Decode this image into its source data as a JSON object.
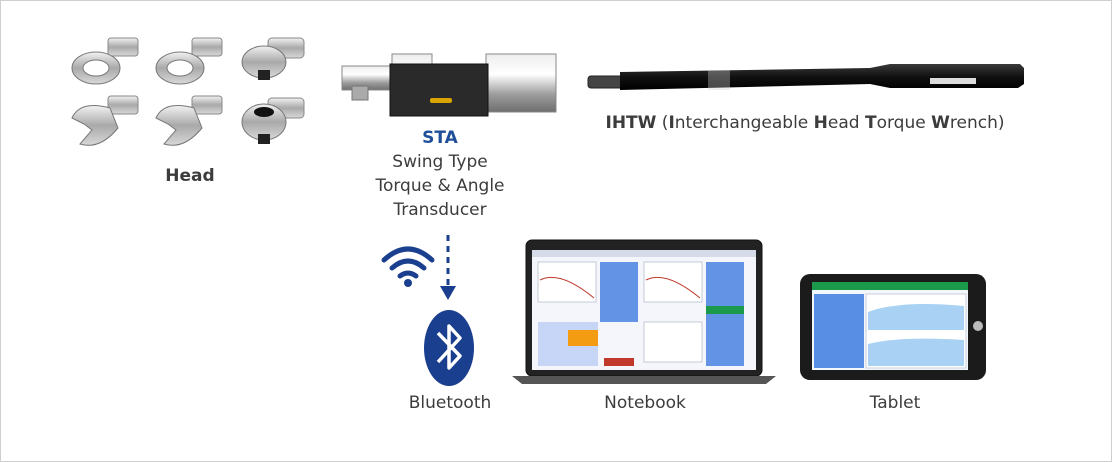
{
  "labels": {
    "head": "Head",
    "sta_title": "STA",
    "sta_lines": [
      "Swing Type",
      "Torque & Angle",
      "Transducer"
    ],
    "ihtw": {
      "parts": [
        {
          "t": "IHTW",
          "b": true
        },
        {
          "t": " (",
          "b": false
        },
        {
          "t": "I",
          "b": true
        },
        {
          "t": "nterchangeable ",
          "b": false
        },
        {
          "t": "H",
          "b": true
        },
        {
          "t": "ead ",
          "b": false
        },
        {
          "t": "T",
          "b": true
        },
        {
          "t": "orque ",
          "b": false
        },
        {
          "t": "W",
          "b": true
        },
        {
          "t": "rench)",
          "b": false
        }
      ]
    },
    "bluetooth": "Bluetooth",
    "notebook": "Notebook",
    "tablet": "Tablet"
  },
  "colors": {
    "label_text": "#3c3c3c",
    "sta_blue": "#1f4f9a",
    "bluetooth_blue": "#1a3f8f",
    "arrow_blue": "#1a3f8f",
    "wrench_black": "#151515",
    "transducer_dark": "#2a2a2a",
    "app_blue": "#3d7be0",
    "tablet_header_green": "#1a9a4a"
  },
  "icons": {
    "wifi": "wifi-icon",
    "bluetooth": "bluetooth-icon",
    "arrow": "dashed-arrow-down-icon"
  }
}
